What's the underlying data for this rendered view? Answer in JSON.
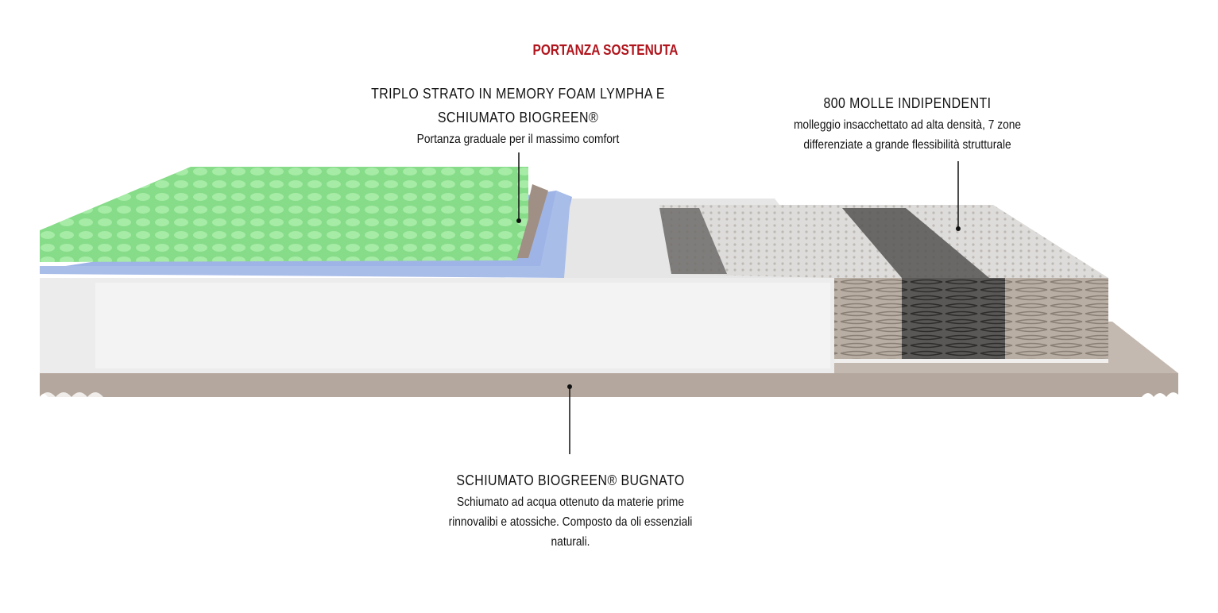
{
  "title": "PORTANZA SOSTENUTA",
  "callouts": {
    "memory_foam": {
      "heading_line1": "TRIPLO STRATO IN MEMORY FOAM LYMPHA E",
      "heading_line2": "SCHIUMATO BIOGREEN®",
      "description": "Portanza graduale per il massimo comfort"
    },
    "springs": {
      "heading": "800 MOLLE INDIPENDENTI",
      "description_line1": "molleggio insacchettato ad alta densità, 7 zone",
      "description_line2": "differenziate a grande flessibilità strutturale"
    },
    "base": {
      "heading": "SCHIUMATO BIOGREEN® BUGNATO",
      "description_line1": "Schiumato ad acqua ottenuto da materie prime",
      "description_line2": "rinnovalibi e atossiche. Composto da oli essenziali",
      "description_line3": "naturali."
    }
  },
  "colors": {
    "title": "#b0141c",
    "green_foam": "#8ee08f",
    "base_foam": "#b7aca4"
  }
}
